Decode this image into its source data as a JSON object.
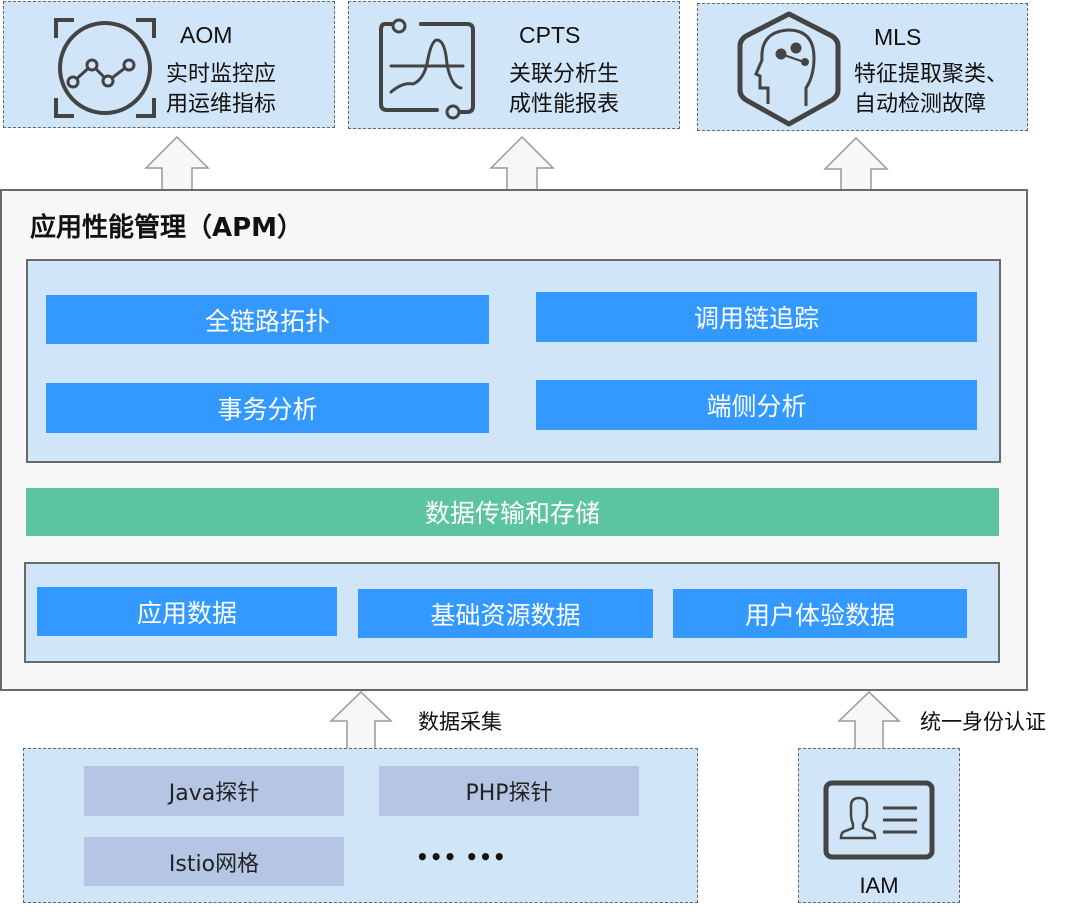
{
  "services": [
    {
      "name": "AOM",
      "desc_line1": "实时监控应",
      "desc_line2": "用运维指标",
      "icon": "line-chart-monitor-icon"
    },
    {
      "name": "CPTS",
      "desc_line1": "关联分析生",
      "desc_line2": "成性能报表",
      "icon": "waveform-report-icon"
    },
    {
      "name": "MLS",
      "desc_line1": "特征提取聚类、",
      "desc_line2": "自动检测故障",
      "icon": "ai-head-hexagon-icon"
    }
  ],
  "apm": {
    "title": "应用性能管理（APM）",
    "features": [
      "全链路拓扑",
      "调用链追踪",
      "事务分析",
      "端侧分析"
    ],
    "transport": "数据传输和存储",
    "data_sources": [
      "应用数据",
      "基础资源数据",
      "用户体验数据"
    ]
  },
  "collection": {
    "label": "数据采集",
    "probes": [
      "Java探针",
      "PHP探针",
      "Istio网格"
    ],
    "more": "••• •••"
  },
  "iam": {
    "label": "统一身份认证",
    "name": "IAM",
    "icon": "id-card-icon"
  },
  "colors": {
    "feature_blue": "#3399ff",
    "transport_green": "#5cc49f",
    "panel_light_blue": "#d1e5f8",
    "probe_grey_blue": "#b4c6e4"
  }
}
